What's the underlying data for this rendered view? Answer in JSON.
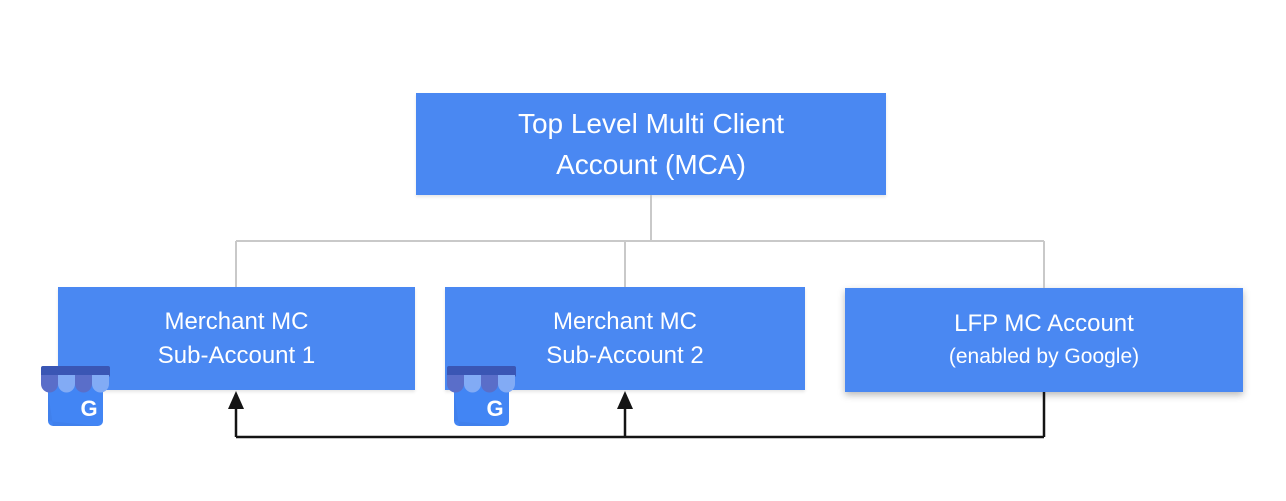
{
  "page": {
    "background": "#FFFFFF"
  },
  "diagram": {
    "type": "org-chart",
    "colors": {
      "box_fill": "#4A88F2",
      "box_text": "#FFFFFF",
      "tree_line": "#C9C9C9",
      "arrow_line": "#141414"
    },
    "root": {
      "line1": "Top Level Multi Client",
      "line2": "Account (MCA)"
    },
    "children": [
      {
        "line1": "Merchant MC",
        "line2": "Sub-Account 1",
        "icon": "google-business-profile-icon"
      },
      {
        "line1": "Merchant MC",
        "line2": "Sub-Account 2",
        "icon": "google-business-profile-icon"
      },
      {
        "line1": "LFP MC Account",
        "line2": "(enabled by Google)"
      }
    ],
    "relationships": {
      "tree": "Top Level MCA connects down to all three sub-accounts",
      "arrows": "LFP MC Account feeds up into Merchant MC Sub-Account 1 and Sub-Account 2"
    }
  }
}
